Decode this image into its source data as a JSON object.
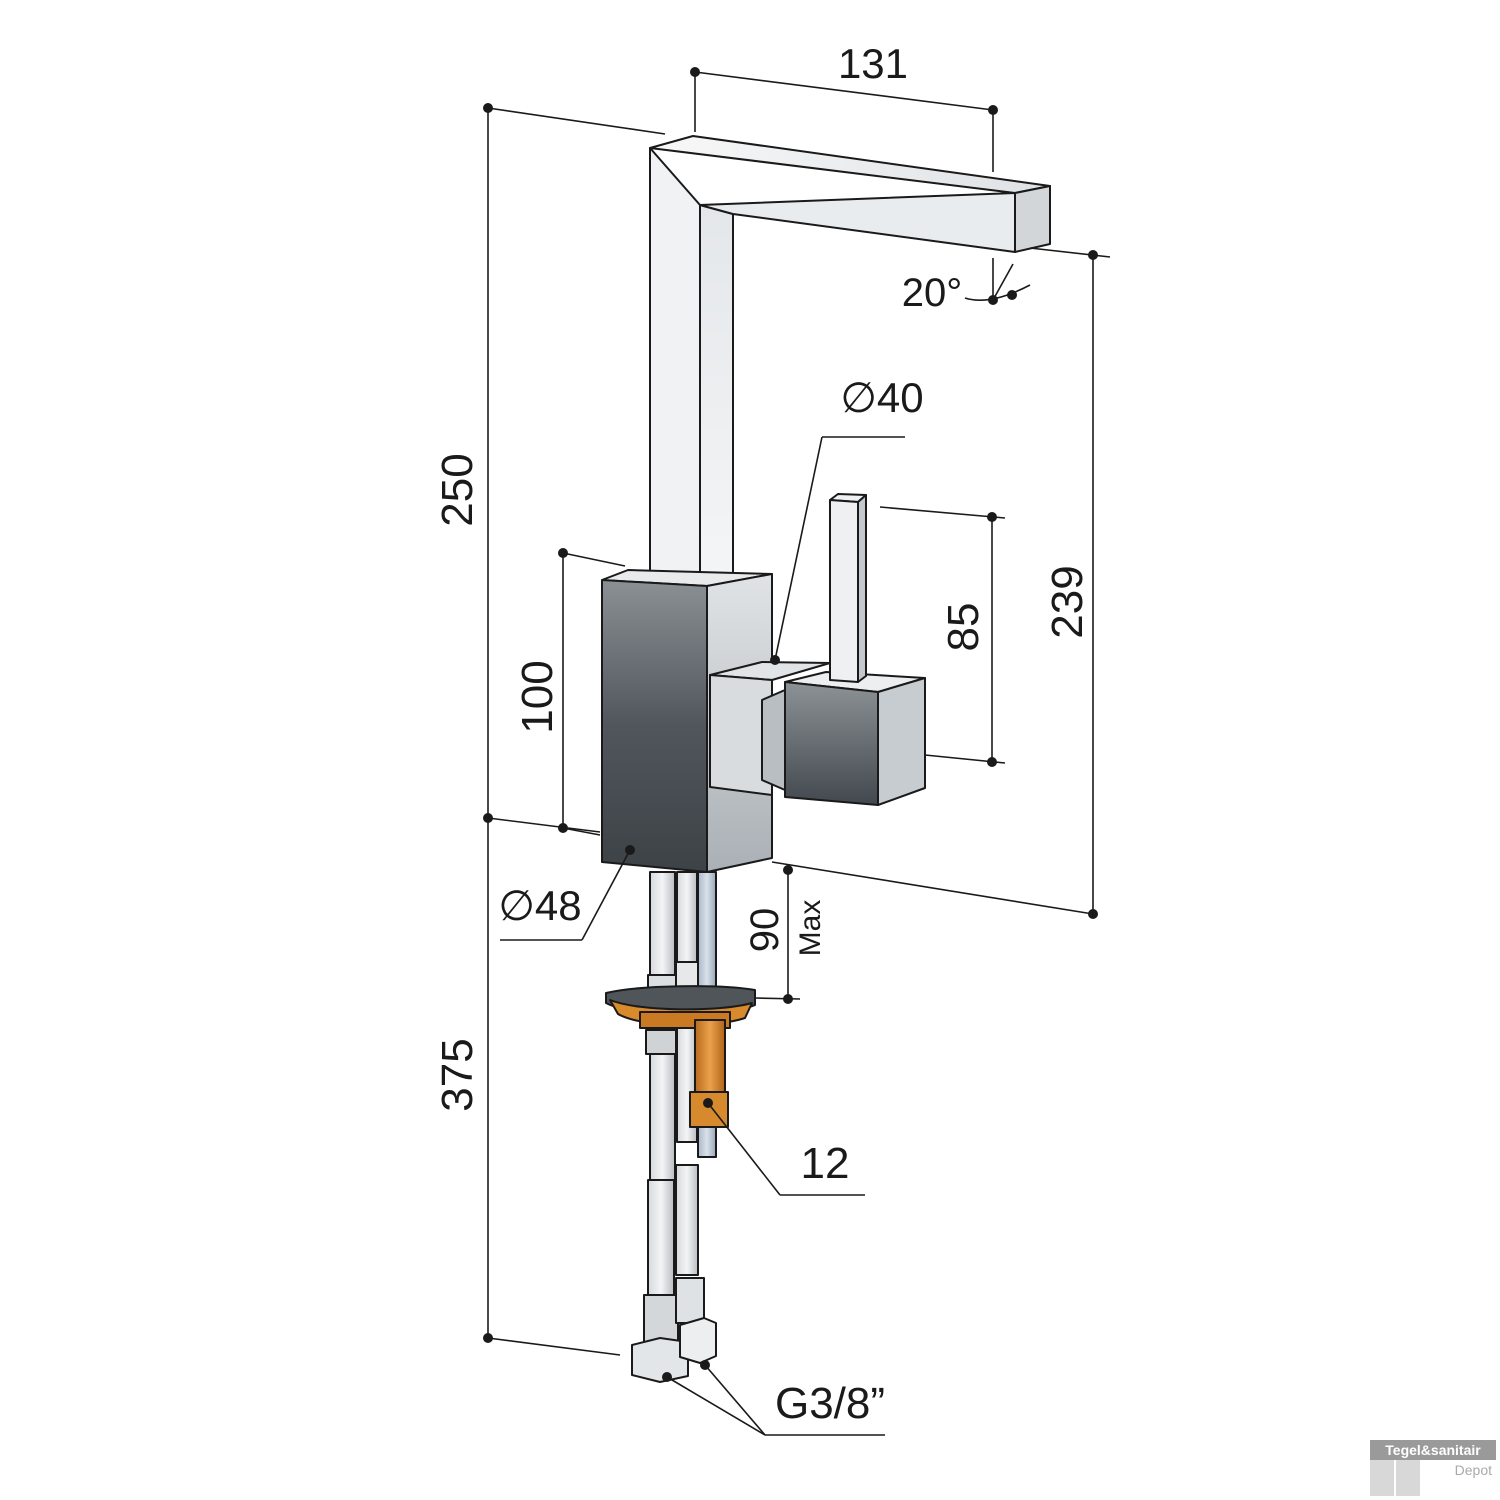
{
  "dimensions": {
    "spout_reach": "131",
    "angle": "20°",
    "handle_square": "∅40",
    "total_height": "250",
    "outlet_height": "239",
    "body_height": "100",
    "lever_height": "85",
    "body_square": "∅48",
    "max_deck": "90",
    "max_label": "Max",
    "hose_length": "375",
    "threaded_rod": "12",
    "connection": "G3/8”"
  },
  "logo": {
    "name": "Tegel&sanitair",
    "sub": "Depot"
  },
  "colors": {
    "ink": "#1a1a1a",
    "orange": "#d98a2b",
    "steel_dark": "#4a5055",
    "steel_light": "#eef0f2"
  }
}
